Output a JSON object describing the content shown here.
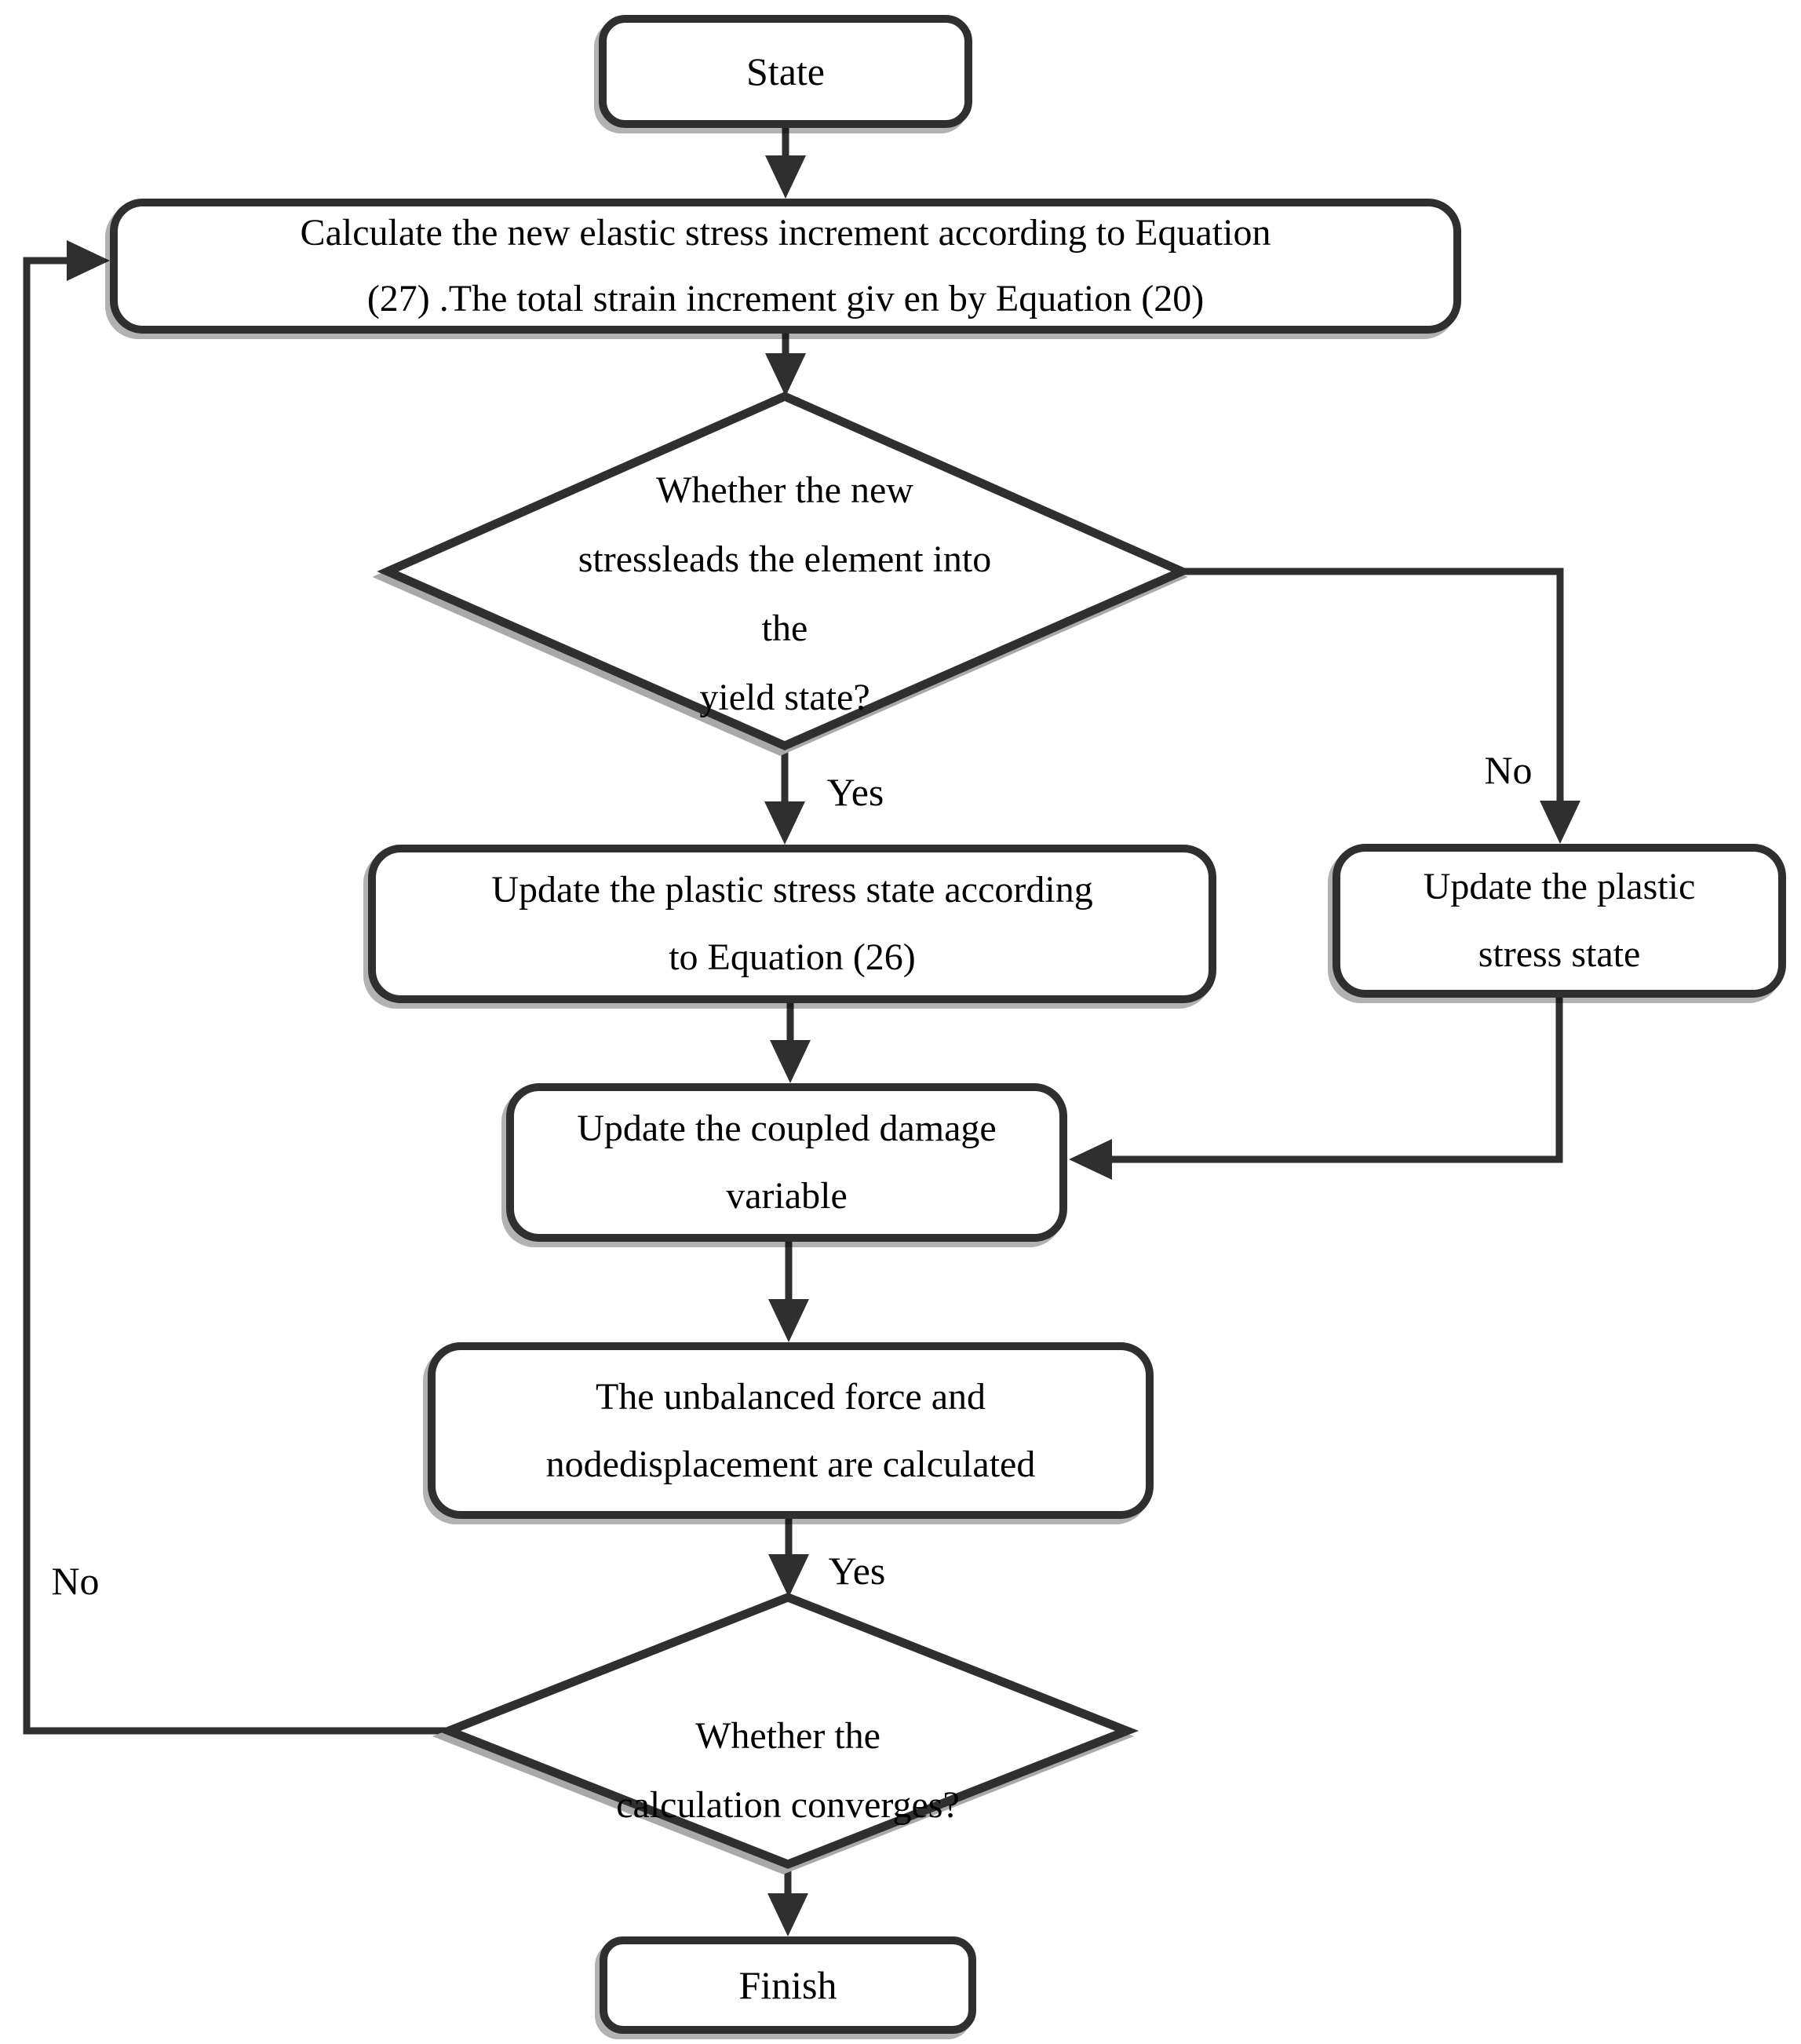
{
  "flowchart": {
    "nodes": {
      "state": {
        "label": "State"
      },
      "calculate": {
        "lines": [
          "Calculate the new elastic stress increment according to Equation",
          "(27) .The total strain increment giv en by Equation (20)"
        ]
      },
      "yield_decision": {
        "lines": [
          "Whether the new",
          "stressleads the element into",
          "the",
          "yield state?"
        ]
      },
      "update_plastic_eq26": {
        "lines": [
          "Update the plastic stress state according",
          "to Equation (26)"
        ]
      },
      "update_plastic": {
        "lines": [
          "Update the plastic",
          "stress state"
        ]
      },
      "coupled_damage": {
        "lines": [
          "Update the coupled damage",
          "variable"
        ]
      },
      "unbalanced": {
        "lines": [
          "The unbalanced force and",
          "nodedisplacement are calculated"
        ]
      },
      "converge_decision": {
        "lines": [
          "Whether the",
          "calculation converges?"
        ]
      },
      "finish": {
        "label": "Finish"
      }
    },
    "edge_labels": {
      "yield_yes": "Yes",
      "yield_no": "No",
      "converge_yes": "Yes",
      "converge_no": "No"
    },
    "colors": {
      "stroke": "#2f2f2f",
      "background": "#ffffff",
      "text": "#000000"
    }
  }
}
